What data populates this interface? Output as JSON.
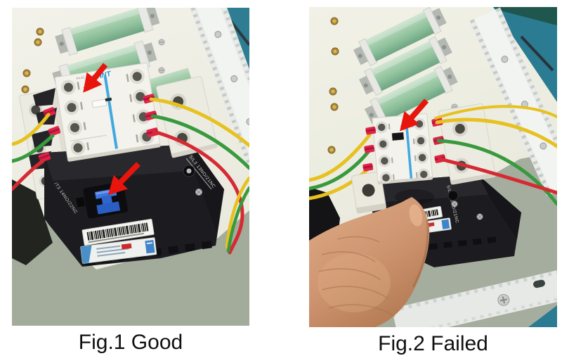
{
  "page": {
    "background": "#ffffff"
  },
  "figures": {
    "fig1": {
      "caption": "Fig.1 Good",
      "arrows": [
        "arrow-to-indicator-flag",
        "arrow-to-test-button"
      ],
      "contactor": {
        "brand": "CHNT",
        "model": "F4-22",
        "side_label_left": "/T3 14NO/22NC",
        "side_label_right": "5/L3 13NO/21NC"
      }
    },
    "fig2": {
      "caption": "Fig.2 Failed",
      "arrows": [
        "arrow-to-indicator-slot"
      ],
      "contactor": {
        "side_label_right": "5/L3 13NO/21NC"
      }
    }
  },
  "colors": {
    "arrow_red": "#e8150d",
    "test_button_blue": "#2e66cc",
    "face_stripe_blue": "#3fa9e0",
    "wire_yellow": "#e6c11f",
    "wire_green": "#38993d",
    "wire_red": "#d62a33",
    "crimp_red": "#e02348",
    "resistor_green": "#8fc19c",
    "bench_teal": "#2e7d93",
    "panel_ivory": "#f0efe5",
    "mounting_plate_green": "#a5ad9e"
  }
}
